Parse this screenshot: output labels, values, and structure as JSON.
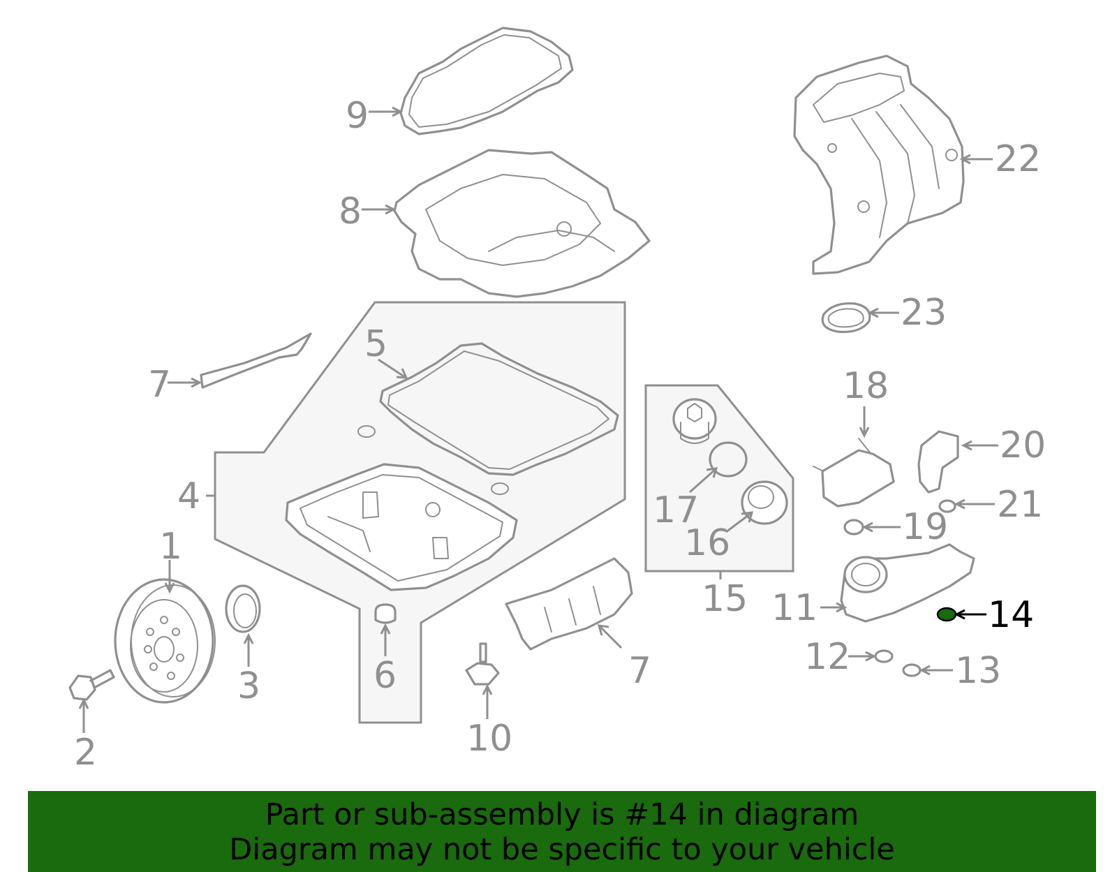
{
  "callouts": {
    "c1": "1",
    "c2": "2",
    "c3": "3",
    "c4": "4",
    "c5": "5",
    "c6": "6",
    "c7a": "7",
    "c7b": "7",
    "c8": "8",
    "c9": "9",
    "c10": "10",
    "c11": "11",
    "c12": "12",
    "c13": "13",
    "c14": "14",
    "c15": "15",
    "c16": "16",
    "c17": "17",
    "c18": "18",
    "c19": "19",
    "c20": "20",
    "c21": "21",
    "c22": "22",
    "c23": "23"
  },
  "highlight": {
    "part": "14",
    "color": "#1a6a0e"
  },
  "banner": {
    "line1": "Part or sub-assembly is #14 in diagram",
    "line2": "Diagram may not be specific to your vehicle",
    "background": "#1a6a0e"
  },
  "colors": {
    "line": "#8f8f8f",
    "group_fill": "#f6f6f6",
    "highlight_part": "#1a6a0e"
  }
}
